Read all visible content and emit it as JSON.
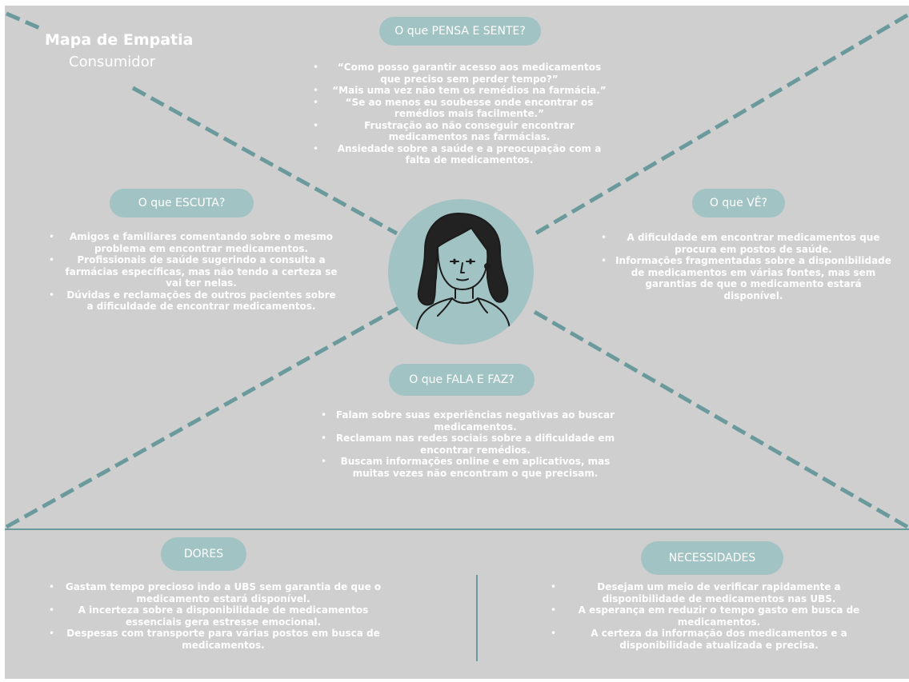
{
  "header": {
    "title": "Mapa de Empatia",
    "subtitle": "Consumidor"
  },
  "quadrants": {
    "pensa_sente": {
      "label": "O que PENSA E SENTE?",
      "items": [
        "“Como posso garantir acesso aos medicamentos que preciso sem perder tempo?”",
        "“Mais uma vez não tem os remédios na farmácia.”",
        "“Se ao menos eu soubesse onde encontrar os remédios mais facilmente.”",
        "Frustração ao não conseguir encontrar medicamentos nas farmácias.",
        "Ansiedade sobre a saúde e a preocupação com a falta de medicamentos."
      ]
    },
    "escuta": {
      "label": "O que ESCUTA?",
      "items": [
        "Amigos e familiares comentando sobre o mesmo problema em encontrar medicamentos.",
        "Profissionais de saúde sugerindo a consulta a farmácias específicas, mas não tendo a certeza se vai ter nelas.",
        "Dúvidas e reclamações de outros pacientes sobre a dificuldade de encontrar medicamentos."
      ]
    },
    "ve": {
      "label": "O que VÊ?",
      "items": [
        "A dificuldade em encontrar medicamentos que procura em  postos de saúde.",
        "Informações fragmentadas sobre a disponibilidade de medicamentos em várias fontes, mas sem garantias de que o medicamento estará disponível."
      ]
    },
    "fala_faz": {
      "label": "O que FALA E FAZ?",
      "items": [
        "Falam sobre suas experiências negativas ao buscar medicamentos.",
        "Reclamam nas redes sociais sobre a dificuldade em encontrar remédios.",
        "Buscam informações online e em aplicativos, mas muitas vezes não encontram o que precisam."
      ]
    }
  },
  "bottom": {
    "dores": {
      "label": "DORES",
      "items": [
        "Gastam tempo precioso indo a UBS sem garantia de que o medicamento estará disponível.",
        "A incerteza sobre a disponibilidade de medicamentos essenciais gera estresse emocional.",
        "Despesas com transporte para várias postos em busca de medicamentos."
      ]
    },
    "necessidades": {
      "label": "NECESSIDADES",
      "items": [
        "Desejam um meio de verificar rapidamente a disponibilidade de medicamentos nas UBS.",
        "A esperança em reduzir o tempo gasto em busca de medicamentos.",
        "A certeza da informação dos medicamentos e a disponibilidade atualizada e precisa."
      ]
    }
  },
  "colors": {
    "background": "#cfcfcf",
    "accent": "#a2c3c3",
    "line": "#6a9a9c",
    "text": "#ffffff"
  },
  "icons": {
    "center": "woman-portrait-icon"
  }
}
